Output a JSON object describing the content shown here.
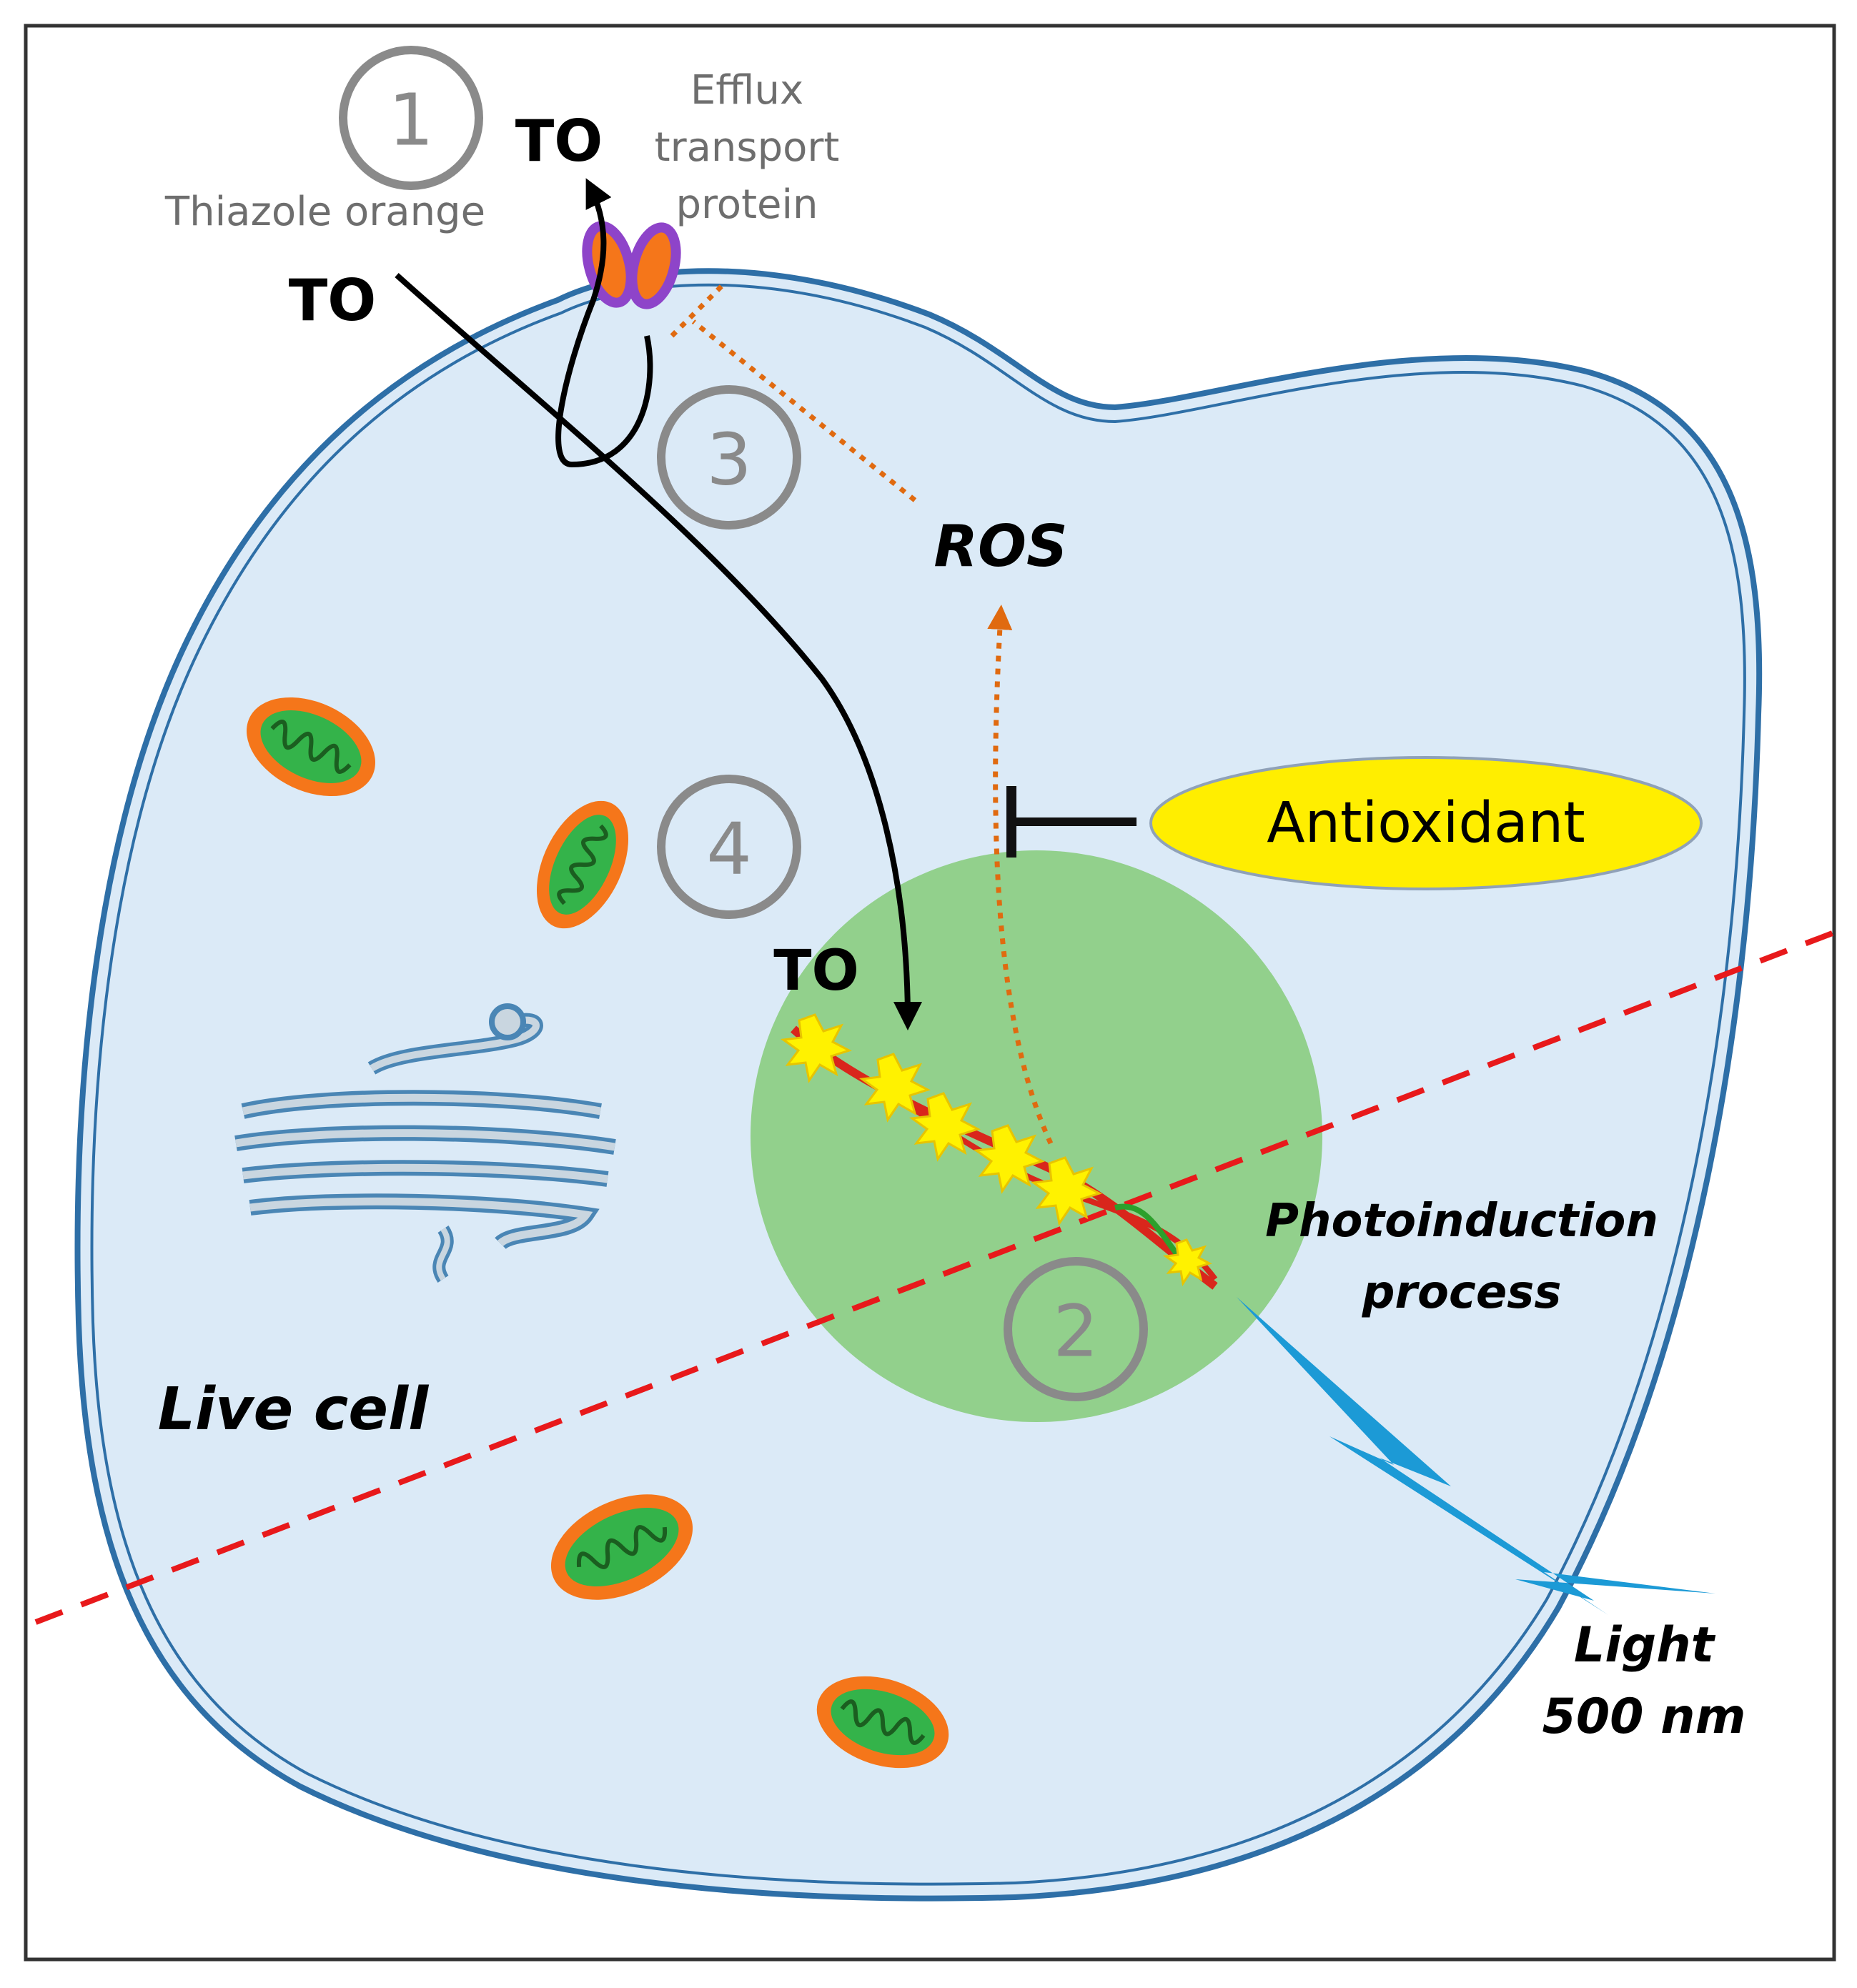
{
  "labels": {
    "thiazole_orange": "Thiazole orange",
    "to_top": "TO",
    "to_inside": "TO",
    "to_nucleus": "TO",
    "efflux_line1": "Efflux",
    "efflux_line2": "transport",
    "efflux_line3": "protein",
    "ros": "ROS",
    "antioxidant": "Antioxidant",
    "photoinduction_line1": "Photoinduction",
    "photoinduction_line2": "process",
    "live_cell": "Live cell",
    "light_line1": "Light",
    "light_line2": "500 nm"
  },
  "steps": [
    "1",
    "2",
    "3",
    "4"
  ],
  "colors": {
    "cell_fill": "#dbeaf7",
    "membrane": "#2e6fa7",
    "nucleus": "#92d08c",
    "antioxidant_fill": "#ffee00",
    "ros_dotted": "#e06a10",
    "laser_line": "#e8191b",
    "lightning": "#1c9ad6",
    "mito_outer": "#f5761a",
    "mito_inner": "#34b34a",
    "efflux_protein_outer": "#8e44c9",
    "efflux_protein_inner": "#f5761a",
    "step_circle": "#8a8a8a",
    "dye_star": "#fff200"
  },
  "icons": {
    "efflux_protein": "efflux-protein-icon",
    "mitochondrion": "mitochondrion-icon",
    "golgi": "golgi-apparatus-icon",
    "dna": "dna-helix-icon",
    "lightning": "light-bolt-icon"
  }
}
